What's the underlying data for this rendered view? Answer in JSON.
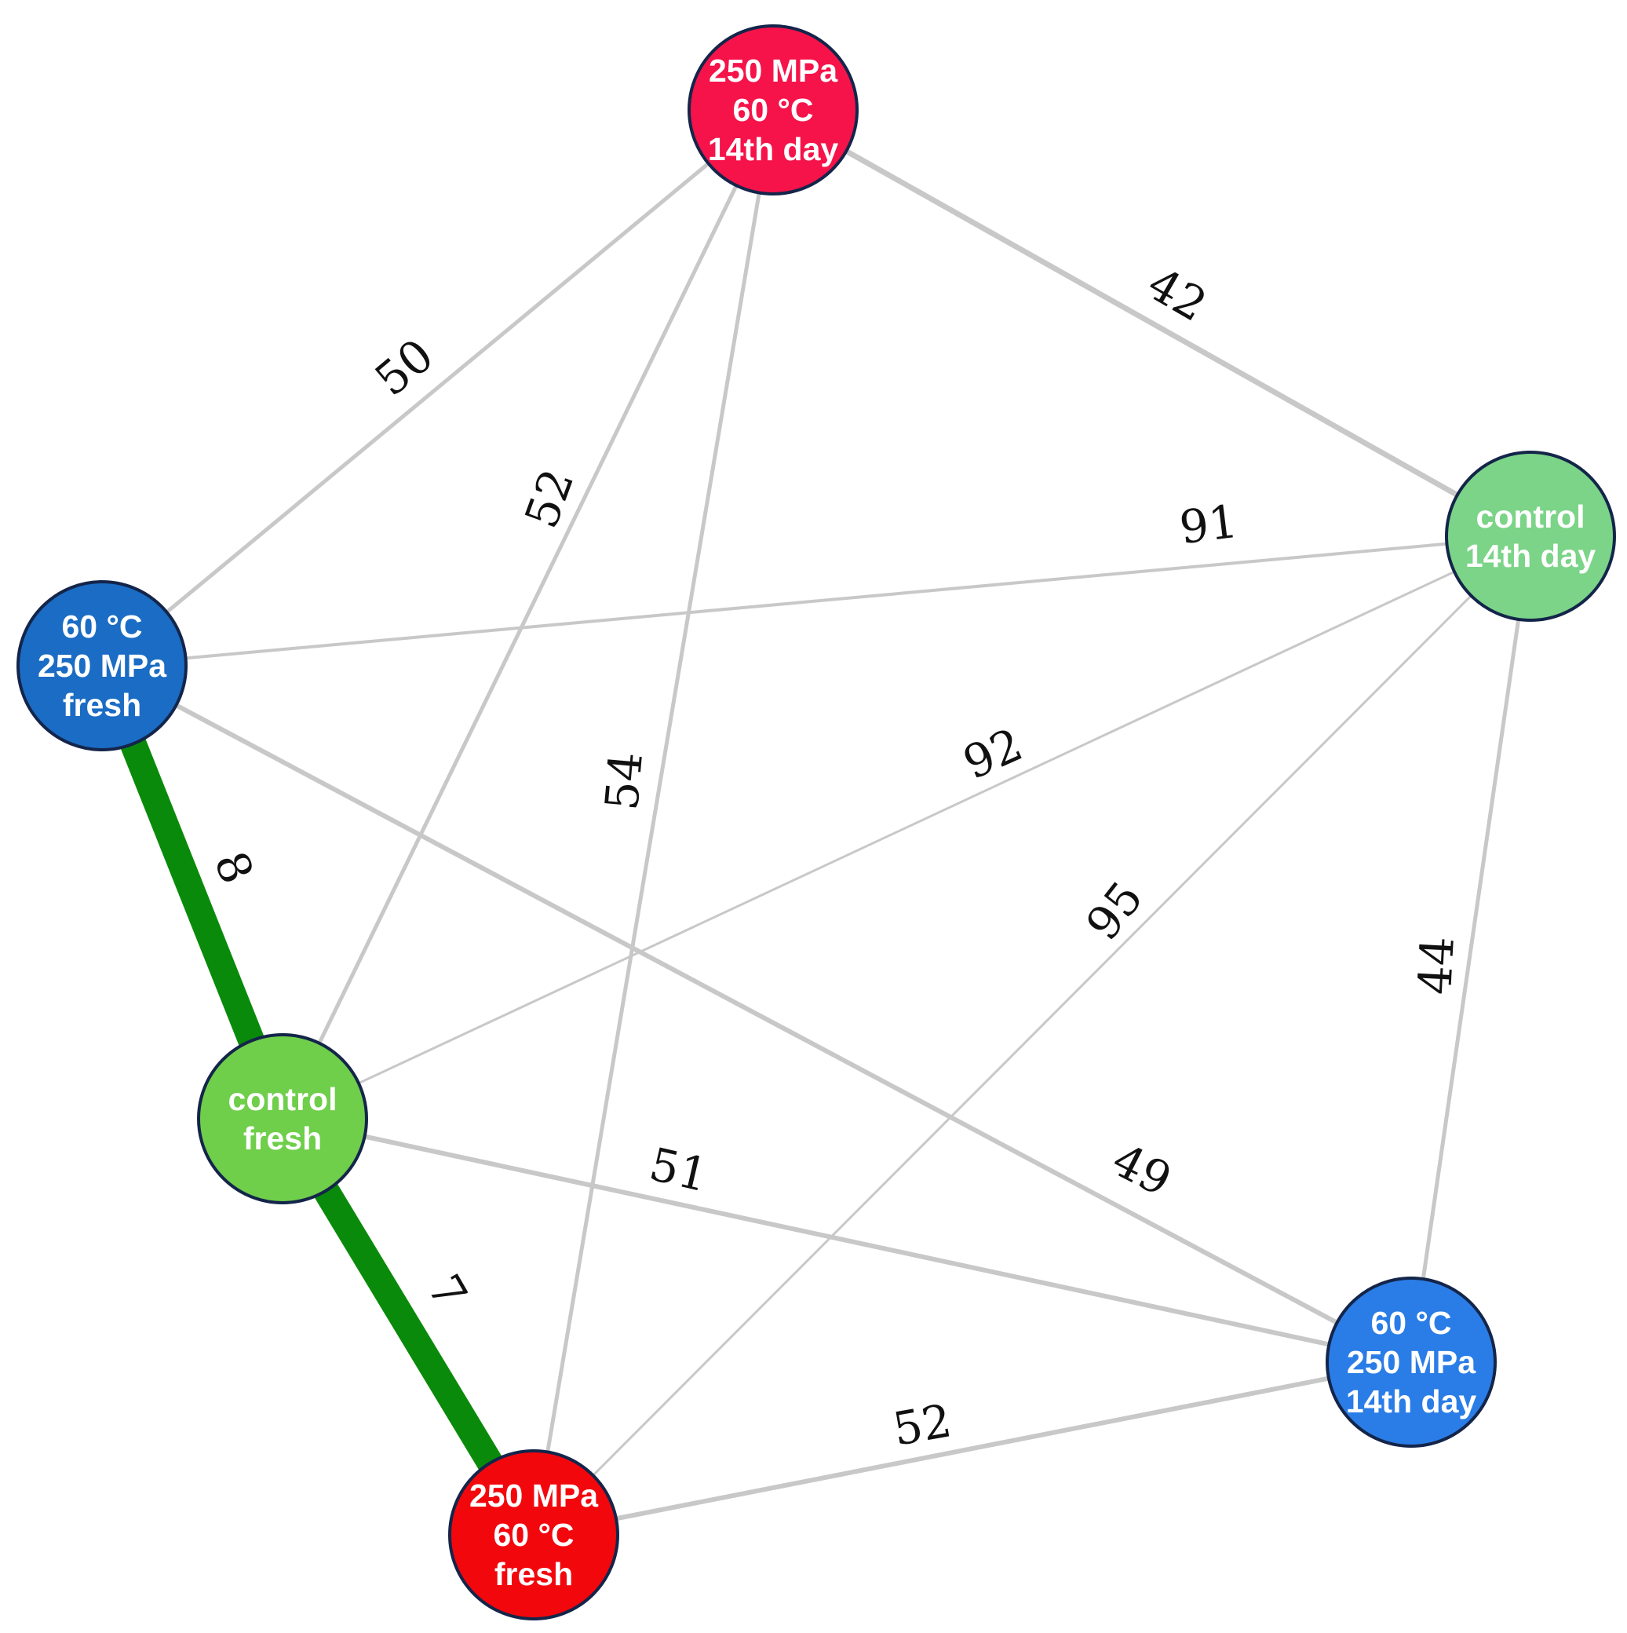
{
  "colors": {
    "edge_default": "#c8c8c8",
    "edge_strong": "#0a8a0a",
    "node_border": "#14254a",
    "node_text": "#ffffff",
    "edge_text": "#111111"
  },
  "nodes": [
    {
      "id": "hpp-heat-14",
      "lines": [
        "250 MPa",
        "60 °C",
        "14th day"
      ],
      "color": "#f5134a"
    },
    {
      "id": "control-14",
      "lines": [
        "control",
        "14th day"
      ],
      "color": "#7bd487"
    },
    {
      "id": "heat-hpp-14",
      "lines": [
        "60 °C",
        "250 MPa",
        "14th day"
      ],
      "color": "#2a7de6"
    },
    {
      "id": "hpp-heat-fresh",
      "lines": [
        "250 MPa",
        "60 °C",
        "fresh"
      ],
      "color": "#f2070d"
    },
    {
      "id": "control-fresh",
      "lines": [
        "control",
        "fresh"
      ],
      "color": "#6fce4a"
    },
    {
      "id": "heat-hpp-fresh",
      "lines": [
        "60 °C",
        "250 MPa",
        "fresh"
      ],
      "color": "#1a6cc4"
    }
  ],
  "edges": [
    {
      "from": "hpp-heat-14",
      "to": "heat-hpp-fresh",
      "label": "50"
    },
    {
      "from": "hpp-heat-14",
      "to": "control-fresh",
      "label": "52"
    },
    {
      "from": "hpp-heat-14",
      "to": "hpp-heat-fresh",
      "label": "54"
    },
    {
      "from": "hpp-heat-14",
      "to": "control-14",
      "label": "42"
    },
    {
      "from": "control-14",
      "to": "heat-hpp-fresh",
      "label": "91"
    },
    {
      "from": "control-14",
      "to": "control-fresh",
      "label": "92"
    },
    {
      "from": "control-14",
      "to": "hpp-heat-fresh",
      "label": "95"
    },
    {
      "from": "control-14",
      "to": "heat-hpp-14",
      "label": "44"
    },
    {
      "from": "heat-hpp-fresh",
      "to": "heat-hpp-14",
      "label": "49"
    },
    {
      "from": "control-fresh",
      "to": "heat-hpp-14",
      "label": "51"
    },
    {
      "from": "hpp-heat-fresh",
      "to": "heat-hpp-14",
      "label": "52"
    },
    {
      "from": "heat-hpp-fresh",
      "to": "control-fresh",
      "label": "8"
    },
    {
      "from": "control-fresh",
      "to": "hpp-heat-fresh",
      "label": "7"
    }
  ]
}
